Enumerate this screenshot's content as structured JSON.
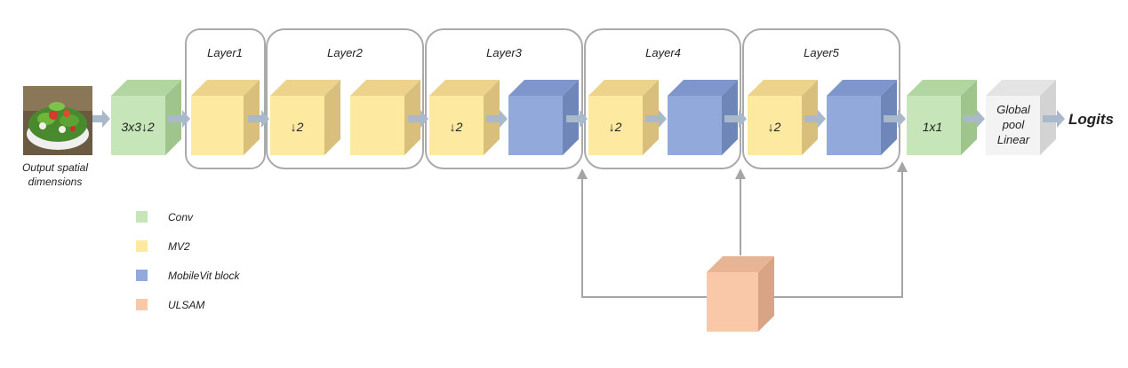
{
  "input": {
    "image_icon": "salad-bowl-photo",
    "caption_line1": "Output spatial",
    "caption_line2": "dimensions"
  },
  "stem": {
    "label": "3x3↓2",
    "type": "Conv"
  },
  "layers": [
    {
      "name": "Layer1",
      "blocks": [
        {
          "type": "MV2",
          "label": ""
        }
      ]
    },
    {
      "name": "Layer2",
      "blocks": [
        {
          "type": "MV2",
          "label": "↓2"
        },
        {
          "type": "MV2",
          "label": ""
        }
      ]
    },
    {
      "name": "Layer3",
      "blocks": [
        {
          "type": "MV2",
          "label": "↓2"
        },
        {
          "type": "MobileVit block",
          "label": ""
        }
      ]
    },
    {
      "name": "Layer4",
      "blocks": [
        {
          "type": "MV2",
          "label": "↓2"
        },
        {
          "type": "MobileVit block",
          "label": ""
        }
      ]
    },
    {
      "name": "Layer5",
      "blocks": [
        {
          "type": "MV2",
          "label": "↓2"
        },
        {
          "type": "MobileVit block",
          "label": ""
        }
      ]
    }
  ],
  "head_conv": {
    "label": "1x1",
    "type": "Conv"
  },
  "head_pool": {
    "line1": "Global",
    "line2": "pool",
    "line3": "Linear"
  },
  "output": {
    "label": "Logits"
  },
  "ulsam": {
    "type": "ULSAM",
    "label": ""
  },
  "legend": [
    {
      "label": "Conv",
      "color": "#c6e5b8"
    },
    {
      "label": "MV2",
      "color": "#fde9a0"
    },
    {
      "label": "MobileVit block",
      "color": "#92a9dc"
    },
    {
      "label": "ULSAM",
      "color": "#f8c8a8"
    }
  ],
  "colors": {
    "Conv": {
      "front": "#c6e5b8",
      "top": "#b2d6a2",
      "side": "#9fc58d"
    },
    "MV2": {
      "front": "#fde9a0",
      "top": "#ecd28a",
      "side": "#d8c07c"
    },
    "MobileVit block": {
      "front": "#92a9dc",
      "top": "#7e96cb",
      "side": "#6f86b8"
    },
    "ULSAM": {
      "front": "#f8c8a8",
      "top": "#e8b493",
      "side": "#d9a386"
    },
    "Pool": {
      "front": "#f3f3f3",
      "top": "#e4e4e4",
      "side": "#d3d3d3"
    },
    "arrow": "#aab8cc",
    "connector": "#a5a5a5",
    "layer_box": "#aaaaaa"
  }
}
